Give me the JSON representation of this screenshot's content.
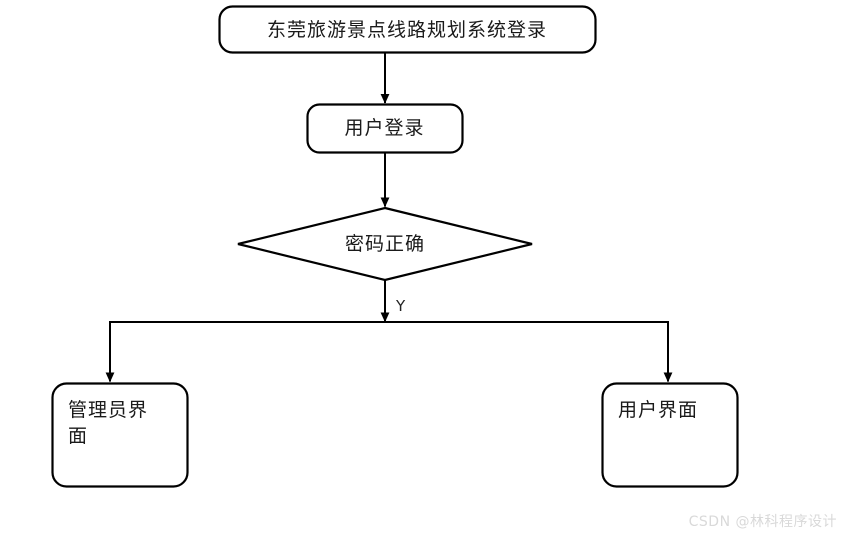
{
  "diagram": {
    "title": "东莞旅游景点线路规划系统登录",
    "background_color": "#ffffff",
    "stroke_color": "#000000",
    "text_color": "#1a1a1a",
    "nodes": [
      {
        "id": "title",
        "shape": "rounded-rectangle",
        "label": "东莞旅游景点线路规划系统登录"
      },
      {
        "id": "login",
        "shape": "rounded-rectangle",
        "label": "用户登录"
      },
      {
        "id": "decision",
        "shape": "diamond",
        "label": "密码正确"
      },
      {
        "id": "admin",
        "shape": "rounded-rectangle",
        "label": "管理员界\n面"
      },
      {
        "id": "user",
        "shape": "rounded-rectangle",
        "label": "用户界面"
      }
    ],
    "edges": [
      {
        "id": "title-to-login",
        "from": "title",
        "to": "login",
        "label": ""
      },
      {
        "id": "login-to-decision",
        "from": "login",
        "to": "decision",
        "label": ""
      },
      {
        "id": "decision-to-branch",
        "from": "decision",
        "to": "branch-bus",
        "label": "Y"
      },
      {
        "id": "branch-to-admin",
        "from": "branch-bus",
        "to": "admin",
        "label": ""
      },
      {
        "id": "branch-to-user",
        "from": "branch-bus",
        "to": "user",
        "label": ""
      }
    ]
  },
  "watermark": {
    "text": "CSDN @林科程序设计",
    "color": "#d9d9d9"
  }
}
